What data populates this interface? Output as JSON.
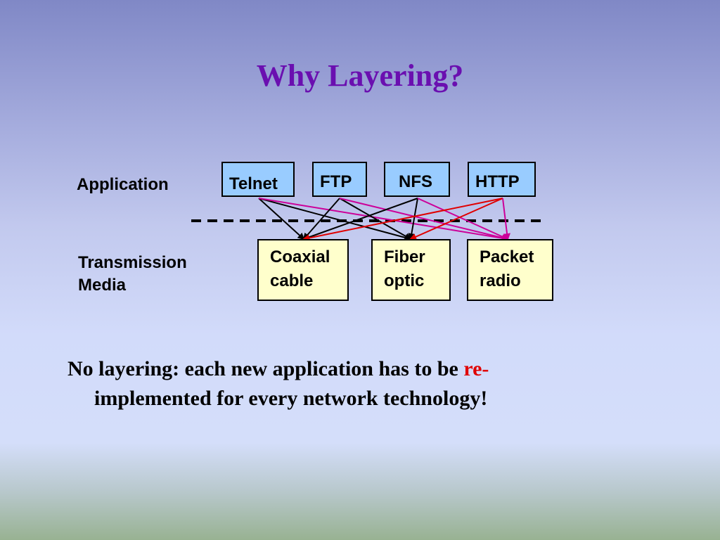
{
  "title": "Why Layering?",
  "labels": {
    "application": "Application",
    "media_line1": "Transmission",
    "media_line2": "Media"
  },
  "applications": [
    {
      "name": "Telnet"
    },
    {
      "name": "FTP"
    },
    {
      "name": "NFS"
    },
    {
      "name": "HTTP"
    }
  ],
  "media": [
    {
      "line1": "Coaxial",
      "line2": "cable"
    },
    {
      "line1": "Fiber",
      "line2": "optic"
    },
    {
      "line1": "Packet",
      "line2": "radio"
    }
  ],
  "connections": [
    {
      "from": "Telnet",
      "to": "Coaxial cable",
      "color": "#000000"
    },
    {
      "from": "Telnet",
      "to": "Fiber optic",
      "color": "#000000"
    },
    {
      "from": "Telnet",
      "to": "Packet radio",
      "color": "#cc0099"
    },
    {
      "from": "FTP",
      "to": "Coaxial cable",
      "color": "#000000"
    },
    {
      "from": "FTP",
      "to": "Fiber optic",
      "color": "#000000"
    },
    {
      "from": "FTP",
      "to": "Packet radio",
      "color": "#cc0099"
    },
    {
      "from": "NFS",
      "to": "Coaxial cable",
      "color": "#000000"
    },
    {
      "from": "NFS",
      "to": "Fiber optic",
      "color": "#000000"
    },
    {
      "from": "NFS",
      "to": "Packet radio",
      "color": "#cc0099"
    },
    {
      "from": "HTTP",
      "to": "Coaxial cable",
      "color": "#e00000"
    },
    {
      "from": "HTTP",
      "to": "Fiber optic",
      "color": "#e00000"
    },
    {
      "from": "HTTP",
      "to": "Packet radio",
      "color": "#cc0099"
    }
  ],
  "note": {
    "line1_start": "No layering: each new application has to be ",
    "line1_highlight": "re-",
    "line2": "implemented for every network technology!"
  },
  "colors": {
    "title": "#6a0fb0",
    "app_box": "#99ccff",
    "media_box": "#ffffcc",
    "highlight": "#e00000"
  }
}
